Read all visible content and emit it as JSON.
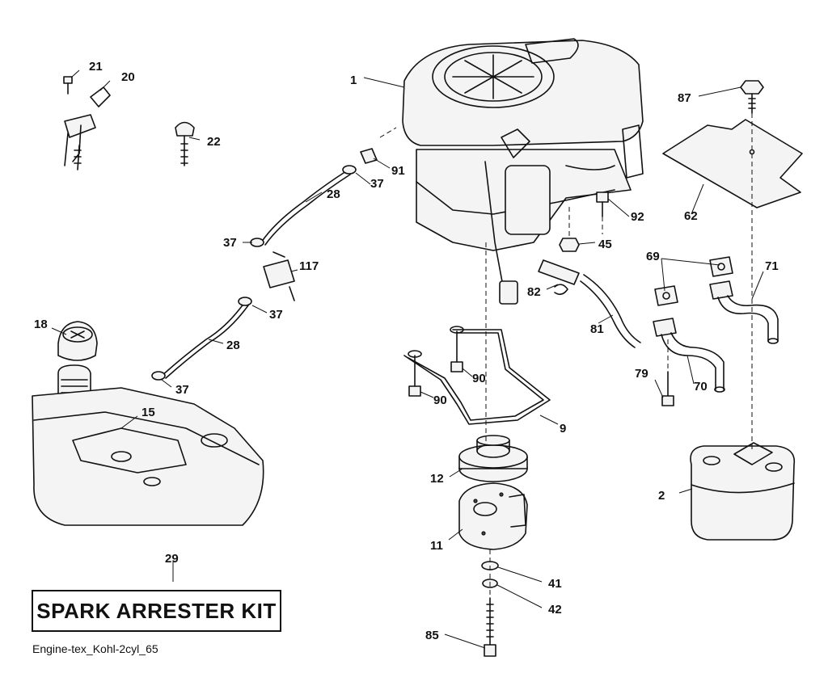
{
  "kit_box": {
    "label": "SPARK ARRESTER KIT"
  },
  "caption": "Engine-tex_Kohl-2cyl_65",
  "callouts": [
    "1",
    "2",
    "9",
    "11",
    "12",
    "15",
    "18",
    "20",
    "21",
    "22",
    "28",
    "28",
    "29",
    "37",
    "37",
    "37",
    "37",
    "41",
    "42",
    "45",
    "62",
    "69",
    "70",
    "71",
    "79",
    "81",
    "82",
    "85",
    "87",
    "90",
    "90",
    "91",
    "92",
    "117"
  ]
}
